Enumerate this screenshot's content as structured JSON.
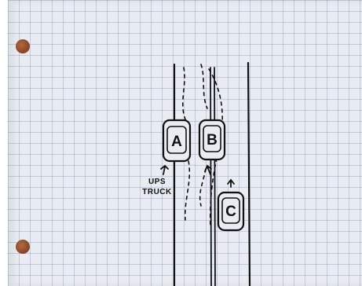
{
  "sketch": {
    "cars": [
      {
        "id": "car-a",
        "label": "A"
      },
      {
        "id": "car-b",
        "label": "B"
      },
      {
        "id": "car-c",
        "label": "C"
      }
    ],
    "annotation": {
      "line1": "UPS",
      "line2": "TRUCK"
    },
    "colors": {
      "paper": "#e9ecf2",
      "grid": "#8ca0be",
      "ink": "#111111",
      "binder_hole": "#8a4523"
    }
  }
}
